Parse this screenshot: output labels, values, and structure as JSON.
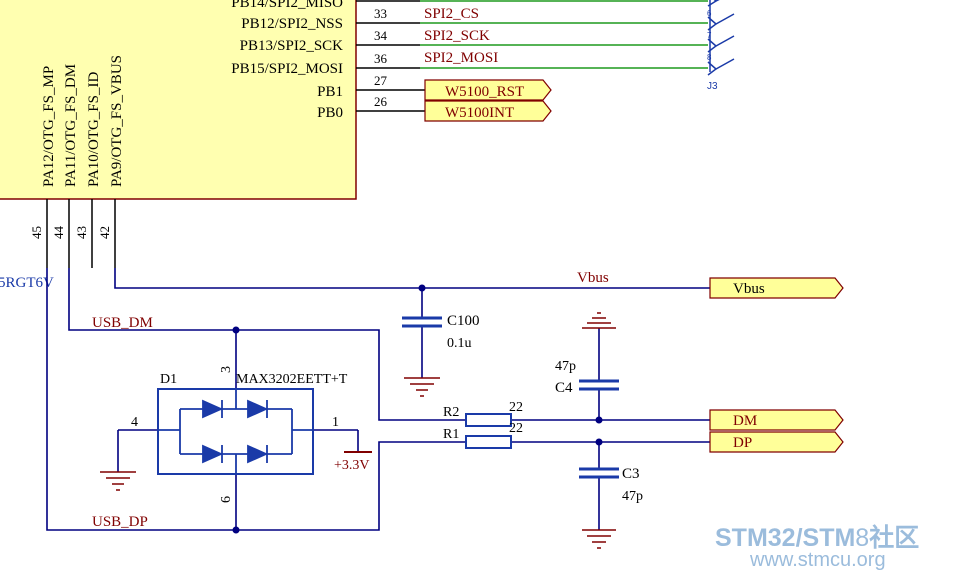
{
  "colors": {
    "wire": "#000080",
    "net_label": "#800000",
    "chip_fill": "#ffffb0",
    "chip_border": "#800000",
    "part_blue": "#1a3aa8",
    "green_wire": "#1f9a1f",
    "watermark": "#9bbcdc",
    "pin_text": "#000000"
  },
  "chip": {
    "right_pins": [
      {
        "name": "PB14/SPI2_MISO",
        "number": ""
      },
      {
        "name": "PB12/SPI2_NSS",
        "number": "33"
      },
      {
        "name": "PB13/SPI2_SCK",
        "number": "34"
      },
      {
        "name": "PB15/SPI2_MOSI",
        "number": "36"
      },
      {
        "name": "PB1",
        "number": "27"
      },
      {
        "name": "PB0",
        "number": "26"
      }
    ],
    "bottom_pins": [
      {
        "name": "PA12/OTG_FS_MP",
        "number": "45"
      },
      {
        "name": "PA11/OTG_FS_DM",
        "number": "44"
      },
      {
        "name": "PA10/OTG_FS_ID",
        "number": "43"
      },
      {
        "name": "PA9/OTG_FS_VBUS",
        "number": "42"
      }
    ],
    "part_suffix": "5RGT6V"
  },
  "nets": {
    "spi_cs": "SPI2_CS",
    "spi_sck": "SPI2_SCK",
    "spi_mosi": "SPI2_MOSI",
    "vbus": "Vbus",
    "usb_dm": "USB_DM",
    "usb_dp": "USB_DP"
  },
  "ports": {
    "w5100_rst": "W5100_RST",
    "w5100_int": "W5100INT",
    "vbus": "Vbus",
    "dm": "DM",
    "dp": "DP"
  },
  "connector": {
    "designator": "J3",
    "pins": [
      "6",
      "7",
      "8"
    ]
  },
  "components": {
    "c100": {
      "designator": "C100",
      "value": "0.1u"
    },
    "c4": {
      "designator": "C4",
      "value": "47p"
    },
    "c3": {
      "designator": "C3",
      "value": "47p"
    },
    "r2": {
      "designator": "R2",
      "value": "22"
    },
    "r1": {
      "designator": "R1",
      "value": "22"
    },
    "d1": {
      "designator": "D1",
      "part": "MAX3202EETT+T",
      "pins": {
        "p1": "1",
        "p3": "3",
        "p4": "4",
        "p6": "6"
      }
    },
    "supply": "+3.3V"
  },
  "watermark": {
    "line1a": "STM32/STM",
    "line1b": "8",
    "line1c": "社区",
    "line2": "www.stmcu.org"
  }
}
